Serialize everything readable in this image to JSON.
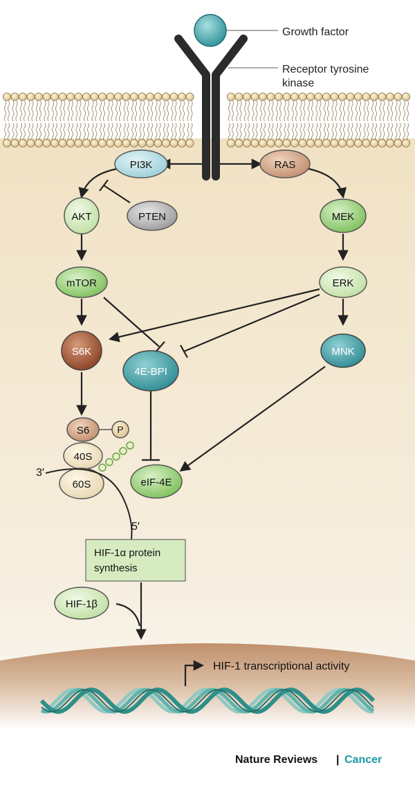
{
  "labels": {
    "growth_factor": "Growth factor",
    "receptor_line1": "Receptor tyrosine",
    "receptor_line2": "kinase",
    "three_prime": "3′",
    "five_prime": "5′",
    "hif_line1": "HIF-1α protein",
    "hif_line2": "synthesis",
    "transcription": "HIF-1 transcriptional activity"
  },
  "nodes": {
    "pi3k": "PI3K",
    "ras": "RAS",
    "akt": "AKT",
    "pten": "PTEN",
    "mek": "MEK",
    "mtor": "mTOR",
    "erk": "ERK",
    "s6k": "S6K",
    "mnk": "MNK",
    "bp1": "4E-BPI",
    "s6": "S6",
    "p": "P",
    "s40": "40S",
    "s60": "60S",
    "eif4e": "eIF-4E",
    "hif1b": "HIF-1β"
  },
  "footer": {
    "journal": "Nature Reviews",
    "separator": "|",
    "section": "Cancer"
  },
  "colors": {
    "cytoplasm": "#f3e7cf",
    "nucleus": "#c99b79",
    "green_node": "#8fcc6e",
    "teal_node": "#3e9ca3",
    "rust_node": "#9a4f33",
    "cancer_text": "#1a9aa3"
  }
}
